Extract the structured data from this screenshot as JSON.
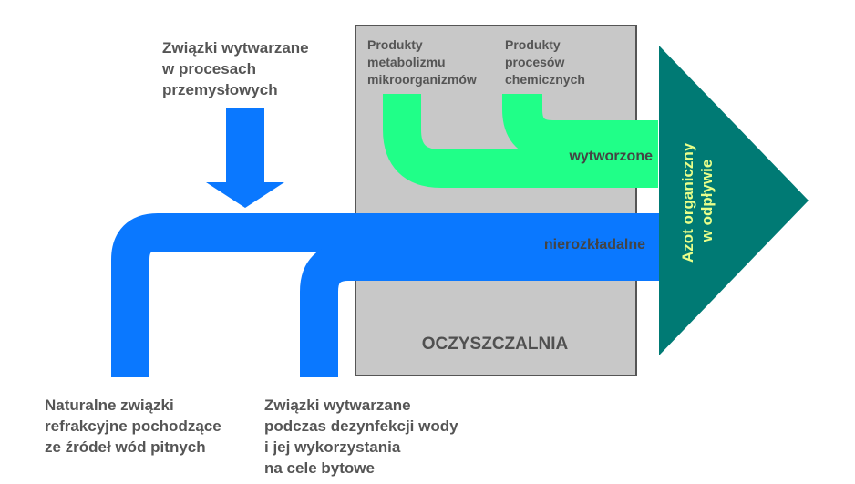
{
  "labels": {
    "industrial": [
      "Związki wytwarzane",
      "w procesach",
      "przemysłowych"
    ],
    "plant": "OCZYSZCZALNIA",
    "metabolism": [
      "Produkty",
      "metabolizmu",
      "mikroorganizmów"
    ],
    "chemical": [
      "Produkty",
      "procesów",
      "chemicznych"
    ],
    "produced": "wytworzone",
    "nondegradable": "nierozkładalne",
    "output": [
      "Azot organiczny",
      "w odpływie"
    ],
    "natural": [
      "Naturalne związki",
      "refrakcyjne pochodzące",
      "ze źródeł wód pitnych"
    ],
    "disinfection": [
      "Związki wytwarzane",
      "podczas dezynfekcji wody",
      "i jej wykorzystania",
      "na cele bytowe"
    ]
  },
  "colors": {
    "blue_flow": "#0a78ff",
    "green_flow": "#20ff88",
    "plant_fill": "#c8c8c8",
    "plant_border": "#555555",
    "output_arrow": "#007a74",
    "output_text": "#e8ff8a",
    "text": "#555555"
  }
}
